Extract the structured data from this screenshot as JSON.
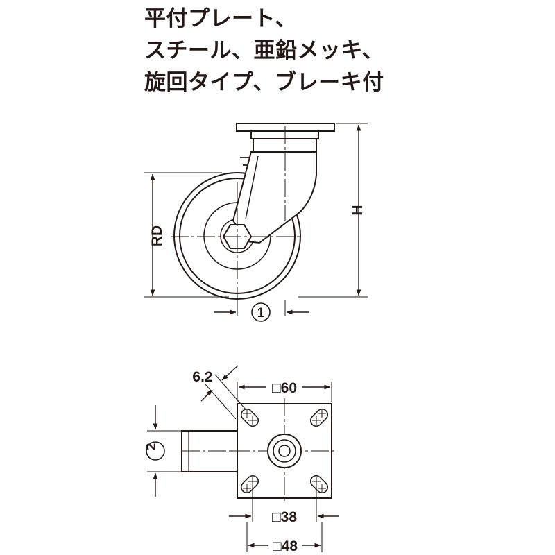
{
  "title": {
    "line1": "平付プレート、",
    "line2": "スチール、亜鉛メッキ、",
    "line3": "旋回タイプ、ブレーキ付"
  },
  "side_view": {
    "label_rd": "RD",
    "label_h": "H",
    "label_circle_1": "1"
  },
  "top_view": {
    "label_6_2": "6.2",
    "label_60": "□60",
    "label_38": "□38",
    "label_48": "□48",
    "label_circle_2": "2"
  },
  "colors": {
    "line": "#231815",
    "background": "#ffffff"
  }
}
